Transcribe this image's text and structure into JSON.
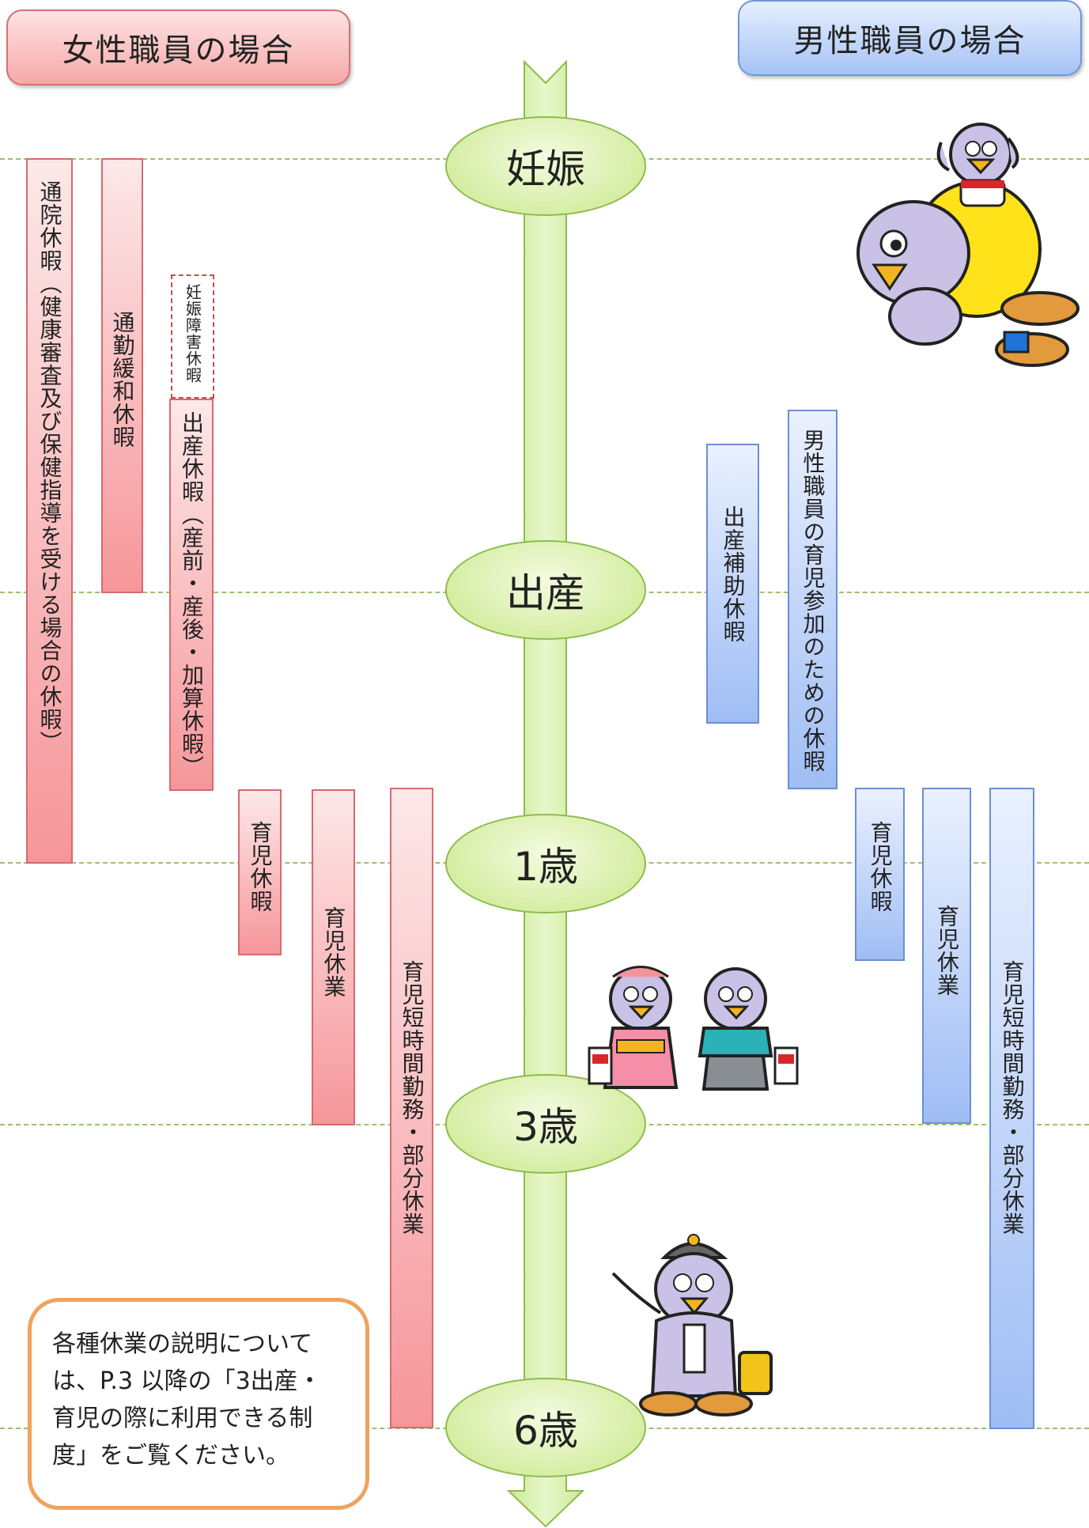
{
  "header": {
    "female": "女性職員の場合",
    "male": "男性職員の場合"
  },
  "timeline": {
    "stages": [
      "妊娠",
      "出産",
      "1歳",
      "3歳",
      "6歳"
    ]
  },
  "female_leaves": [
    "通院休暇（健康審査及び保健指導を受ける場合の休暇）",
    "通勤緩和休暇",
    "妊娠障害休暇",
    "出産休暇（産前・産後・加算休暇）",
    "育児休暇",
    "育児休業",
    "育児短時間勤務・部分休業"
  ],
  "male_leaves": [
    "出産補助休暇",
    "男性職員の育児参加のための休暇",
    "育児休暇",
    "育児休業",
    "育児短時間勤務・部分休業"
  ],
  "note": {
    "line1": "各種休業の説明について",
    "line2": "は、P.3 以降の「3出産・",
    "line3": "育児の際に利用できる制",
    "line4": "度」をご覧ください。"
  },
  "colors": {
    "female": "#f6969a",
    "male": "#9fbdf4",
    "timeline": "#c8e88a",
    "note_border": "#f0a25c"
  },
  "icons": [
    "mascot-bird-with-chick",
    "mascot-couple-kimono",
    "mascot-student-bird"
  ]
}
